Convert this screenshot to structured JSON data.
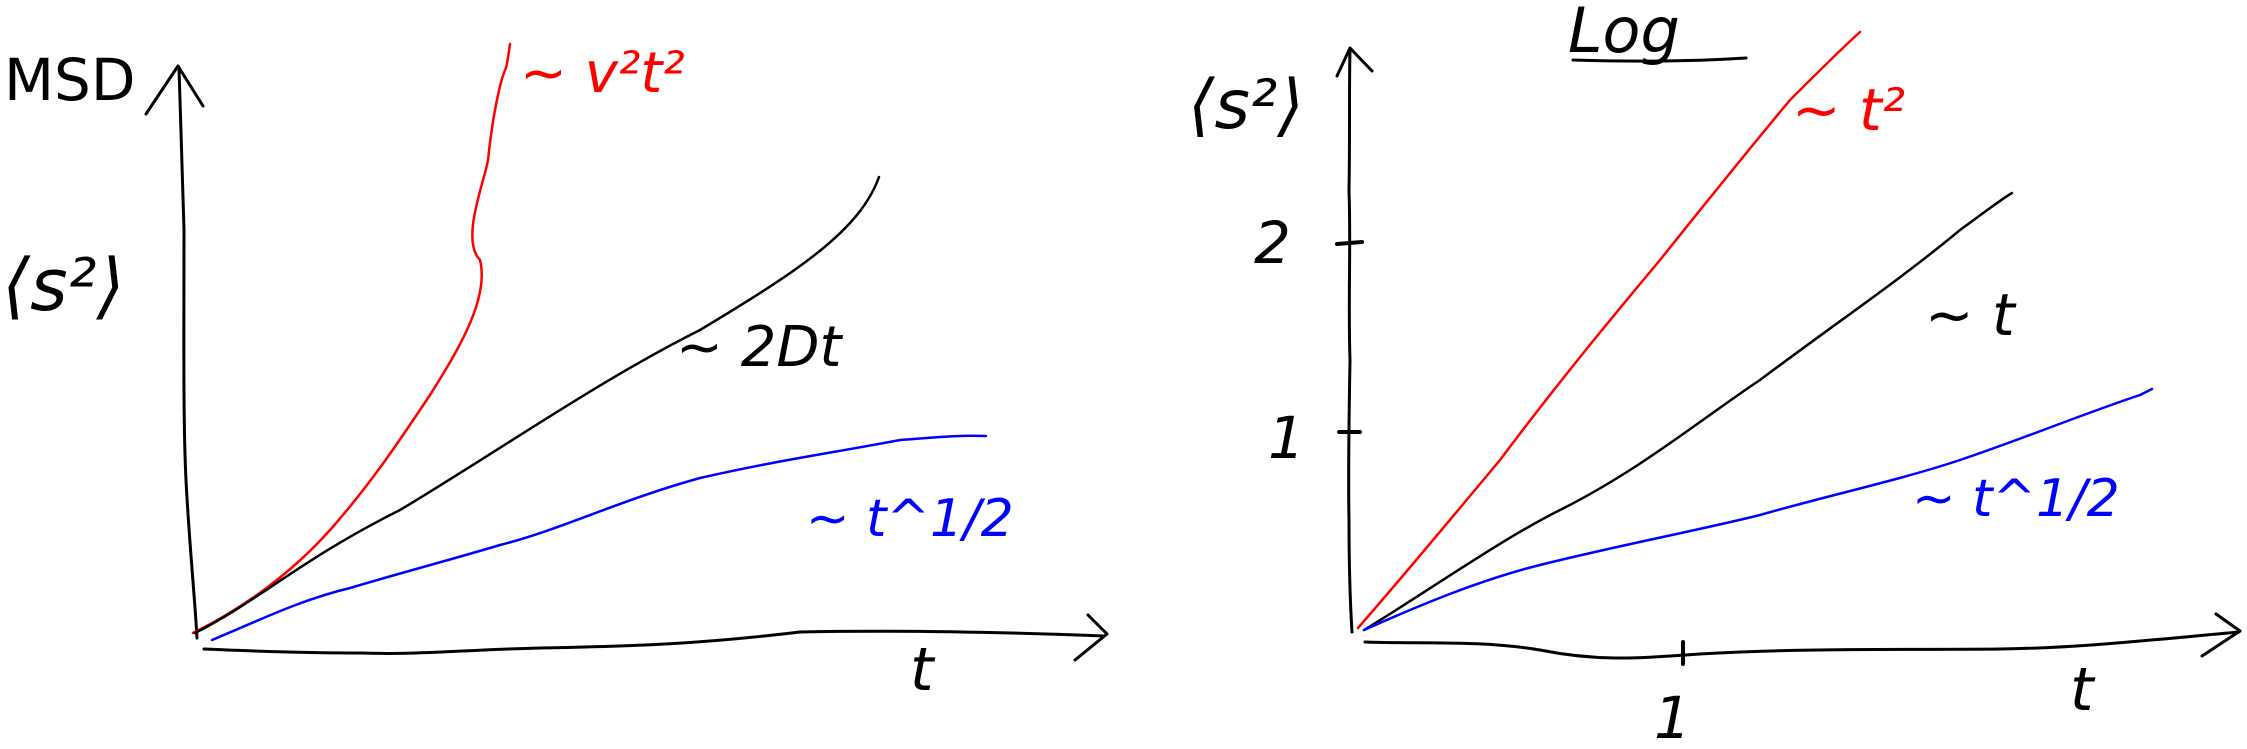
{
  "colors": {
    "ink": "#000000",
    "ballistic": "#ff0000",
    "subdiffusive": "#0000ff"
  },
  "left_panel": {
    "y_label_top": "MSD",
    "y_label": "⟨s²⟩",
    "x_label": "t",
    "curves": [
      {
        "label": "~ v²t²",
        "color": "#ff0000"
      },
      {
        "label": "~ 2Dt",
        "color": "#000000"
      },
      {
        "label": "~ t^1/2",
        "color": "#0000ff"
      }
    ]
  },
  "right_panel": {
    "title": "Log",
    "y_label": "⟨s²⟩",
    "x_label": "t",
    "y_ticks": [
      "2",
      "1"
    ],
    "x_ticks": [
      "1"
    ],
    "curves": [
      {
        "label": "~ t²",
        "color": "#ff0000"
      },
      {
        "label": "~ t",
        "color": "#000000"
      },
      {
        "label": "~ t^1/2",
        "color": "#0000ff"
      }
    ]
  }
}
